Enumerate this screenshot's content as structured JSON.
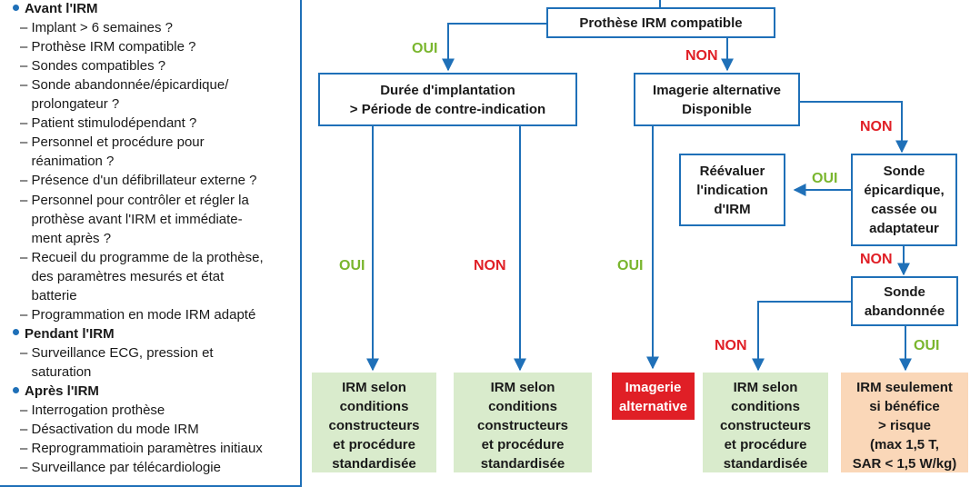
{
  "sidebar": {
    "lines": [
      {
        "text": "Avant l'IRM",
        "head": true
      },
      {
        "text": "– Implant > 6 semaines ?"
      },
      {
        "text": "– Prothèse IRM compatible ?"
      },
      {
        "text": "– Sondes compatibles ?"
      },
      {
        "text": "– Sonde abandonnée/épicardique/"
      },
      {
        "text": "   prolongateur ?"
      },
      {
        "text": "– Patient stimulodépendant ?"
      },
      {
        "text": "– Personnel et procédure pour"
      },
      {
        "text": "   réanimation ?"
      },
      {
        "text": "– Présence d'un défibrillateur externe ?"
      },
      {
        "text": "– Personnel pour contrôler et régler la"
      },
      {
        "text": "   prothèse avant l'IRM et immédiate-"
      },
      {
        "text": "   ment après ?"
      },
      {
        "text": "– Recueil du programme de la prothèse,"
      },
      {
        "text": "   des paramètres mesurés et état"
      },
      {
        "text": "   batterie"
      },
      {
        "text": "– Programmation en mode IRM adapté"
      },
      {
        "text": "Pendant l'IRM",
        "head": true
      },
      {
        "text": "– Surveillance ECG, pression et"
      },
      {
        "text": "   saturation"
      },
      {
        "text": "Après l'IRM",
        "head": true
      },
      {
        "text": "– Interrogation prothèse"
      },
      {
        "text": "– Désactivation du mode IRM"
      },
      {
        "text": "– Reprogrammatioin paramètres initiaux"
      },
      {
        "text": "– Surveillance par télécardiologie"
      }
    ]
  },
  "nodes": {
    "prothese": "Prothèse IRM compatible",
    "duree": "Durée d'implantation\n> Période de contre-indication",
    "imagerie_dispo": "Imagerie alternative\nDisponible",
    "reevaluer": "Réévaluer\nl'indication\nd'IRM",
    "sonde_epi": "Sonde\népicardique,\ncassée ou\nadaptateur",
    "sonde_aband": "Sonde\nabandonnée"
  },
  "outcomes": {
    "irm1": "IRM selon\nconditions\nconstructeurs\net procédure\nstandardisée",
    "irm2": "IRM selon\nconditions\nconstructeurs\net procédure\nstandardisée",
    "imagerie_alt": "Imagerie\nalternative",
    "irm3": "IRM selon\nconditions\nconstructeurs\net procédure\nstandardisée",
    "irm_benefice": "IRM seulement\nsi bénéfice\n> risque\n(max 1,5 T,\nSAR < 1,5 W/kg)"
  },
  "labels": {
    "oui": "OUI",
    "non": "NON"
  },
  "colors": {
    "blue": "#1f70b8",
    "green_fill": "#d9ebcc",
    "red_fill": "#e01f26",
    "orange_fill": "#fad7b8",
    "oui": "#7ab62e",
    "non": "#e01f26"
  }
}
